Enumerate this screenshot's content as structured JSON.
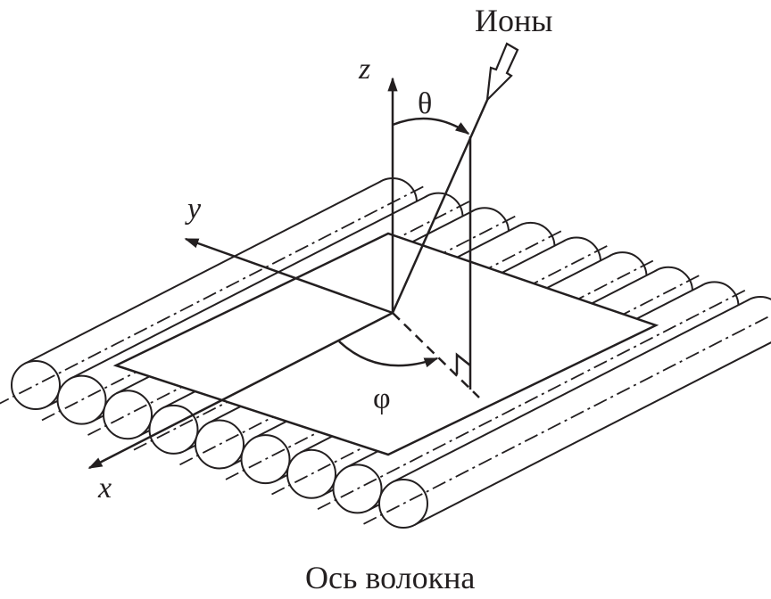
{
  "labels": {
    "ions": "Ионы",
    "z_axis": "z",
    "y_axis": "y",
    "x_axis": "x",
    "theta": "θ",
    "phi": "φ",
    "fiber_axis": "Ось волокна"
  },
  "fibers": {
    "count": 9
  },
  "colors": {
    "line": "#231f20",
    "fill": "#ffffff"
  }
}
